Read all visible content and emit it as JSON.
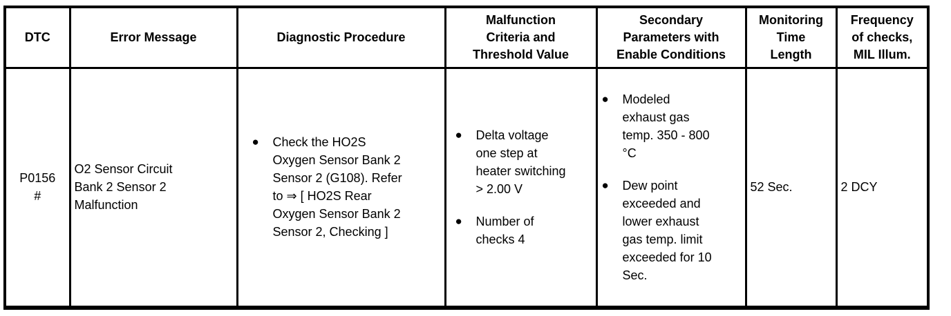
{
  "glyphs": {
    "bullet": "●"
  },
  "colors": {
    "border": "#000000",
    "text": "#000000",
    "background": "#ffffff"
  },
  "table": {
    "headers": [
      "DTC",
      "Error Message",
      "Diagnostic Procedure",
      "Malfunction\nCriteria and\nThreshold Value",
      "Secondary\nParameters with\nEnable Conditions",
      "Monitoring\nTime\nLength",
      "Frequency\nof checks,\nMIL Illum."
    ],
    "row": {
      "dtc": "P0156\n#",
      "error_message": "O2 Sensor Circuit\nBank 2 Sensor 2\nMalfunction",
      "diagnostic_procedure": {
        "items": [
          "Check the HO2S\nOxygen Sensor Bank 2\nSensor 2 (G108). Refer\nto ⇒ [ HO2S Rear\nOxygen Sensor Bank 2\nSensor 2, Checking ]"
        ]
      },
      "malfunction_criteria": {
        "items": [
          "Delta voltage\none step at\nheater switching\n> 2.00 V",
          "Number of\nchecks 4"
        ]
      },
      "secondary_parameters": {
        "items": [
          "Modeled\nexhaust gas\ntemp. 350 - 800\n°C",
          "Dew point\nexceeded and\nlower exhaust\ngas temp. limit\nexceeded for 10\nSec."
        ]
      },
      "monitoring_time_length": "52 Sec.",
      "frequency_of_checks": "2 DCY"
    }
  }
}
